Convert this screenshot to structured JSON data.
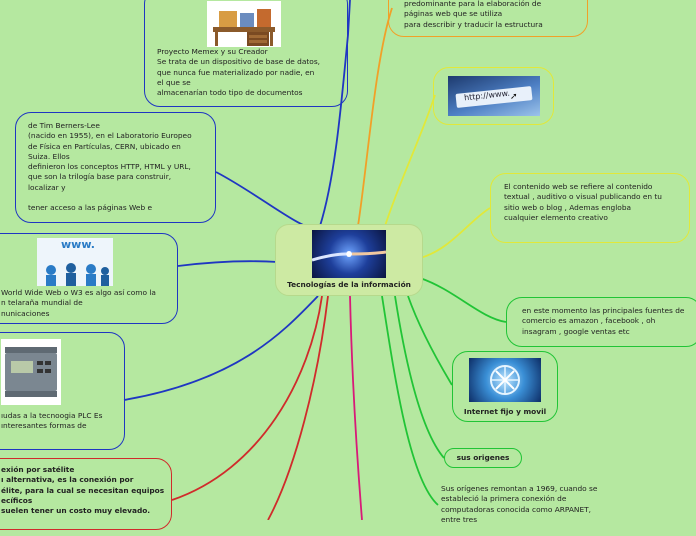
{
  "center": {
    "label": "Tecnologías de la información",
    "image_icon": "hands-network-image"
  },
  "nodes": {
    "memex": {
      "title": "Proyecto Memex y su Creador",
      "text": "Se trata de un dispositivo de base de datos,\nque nunca fue materializado por nadie, en\nel que se\nalmacenarían todo tipo de documentos",
      "image_icon": "desk-furniture-image"
    },
    "html": {
      "text": "predominante para la elaboración de\npáginas web que se utiliza\npara describir y traducir la estructura"
    },
    "url": {
      "image_icon": "browser-address-bar-image",
      "image_text": "http://www."
    },
    "berners": {
      "text": "de Tim Berners-Lee\n(nacido en 1955), en el Laboratorio Europeo\nde Física en Partículas, CERN, ubicado en\nSuiza.  Ellos\ndefinieron los conceptos HTTP, HTML y URL,\nque son la trilogía base para construir,\nlocalizar y\n\ntener acceso a las páginas Web e"
    },
    "contenido": {
      "text": "El contenido web se refiere al contenido\ntextual , auditivo o visual publicando en tu\nsitio web o blog , Ademas engloba\ncualquier elemento creativo"
    },
    "www": {
      "text": "World Wide Web o W3 es algo así como la\nn telaraña mundial de\nnunicaciones",
      "image_icon": "www-people-image",
      "image_text": "www."
    },
    "fuentes": {
      "text": "en este momento las principales fuentes de\ncomercio es amazon , facebook , oh\ninsagram , google ventas etc"
    },
    "plc": {
      "text": "ıudas a la tecnoogia PLC Es\nınteresantes formas de",
      "image_icon": "plc-device-image"
    },
    "internet": {
      "label": "Internet fijo y movil",
      "image_icon": "globe-network-image"
    },
    "origenes": {
      "label": "sus origenes"
    },
    "satelite": {
      "text": "exión por satélite\nı alternativa, es la conexión por\nélite, para la cual se necesitan equipos\necíficos\nsuelen tener un costo muy elevado."
    },
    "arpanet": {
      "text": "Sus orígenes remontan a 1969, cuando se\nestableció la primera conexión de\ncomputadoras conocida como ARPANET,\nentre tres"
    }
  },
  "colors": {
    "background": "#b5e8a0",
    "blue": "#1f36c2",
    "orange": "#f1a028",
    "yellow": "#e1e83a",
    "green": "#21c436",
    "magenta": "#d81a78",
    "red": "#d02b2b"
  }
}
